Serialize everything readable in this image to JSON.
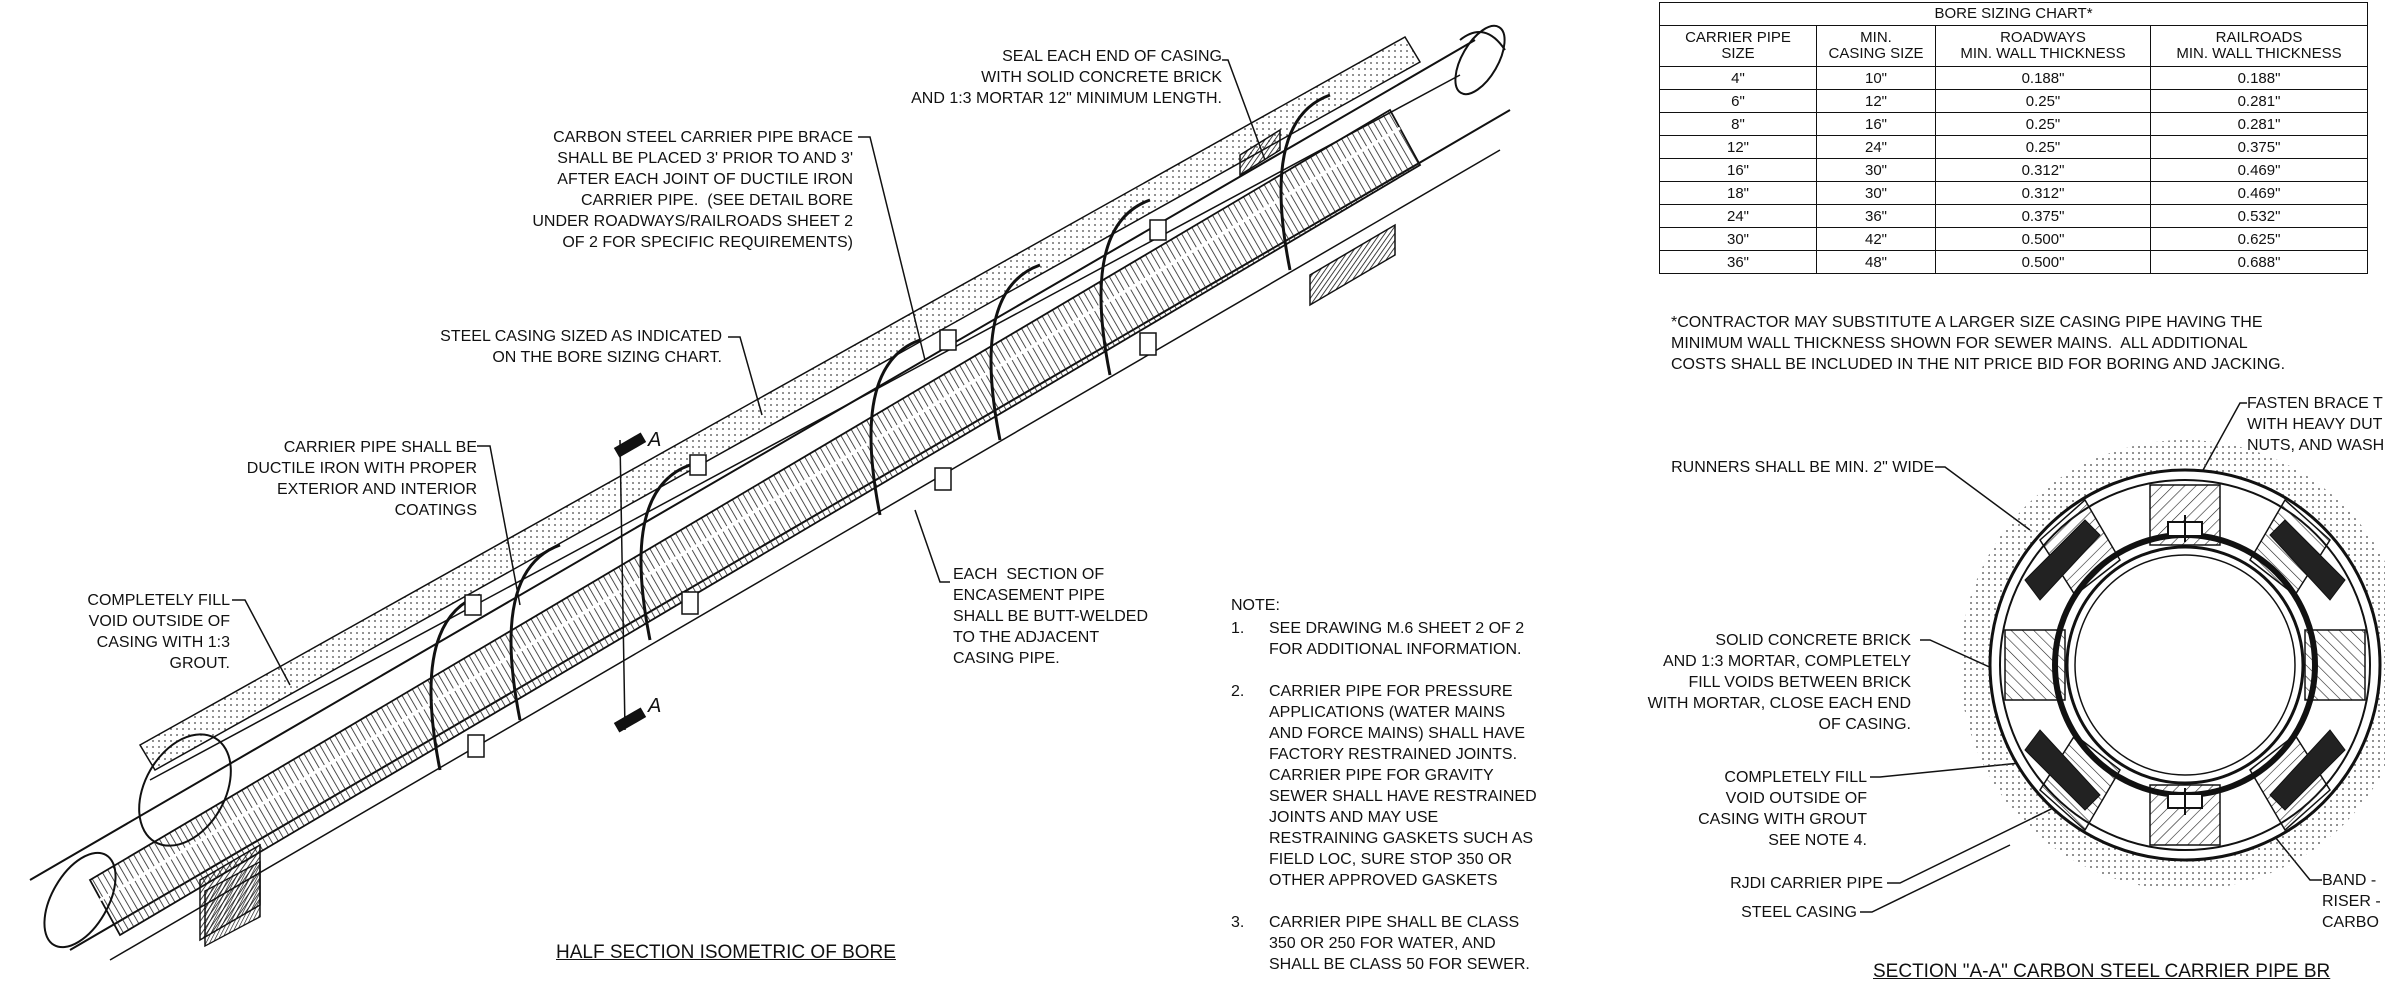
{
  "bore_chart": {
    "title": "BORE SIZING CHART*",
    "headers": {
      "carrier": "CARRIER PIPE\nSIZE",
      "casing": "MIN.\nCASING SIZE",
      "roadways": "ROADWAYS\nMIN. WALL THICKNESS",
      "railroads": "RAILROADS\nMIN. WALL THICKNESS"
    },
    "rows": [
      {
        "carrier": "4\"",
        "casing": "10\"",
        "road": "0.188\"",
        "rail": "0.188\""
      },
      {
        "carrier": "6\"",
        "casing": "12\"",
        "road": "0.25\"",
        "rail": "0.281\""
      },
      {
        "carrier": "8\"",
        "casing": "16\"",
        "road": "0.25\"",
        "rail": "0.281\""
      },
      {
        "carrier": "12\"",
        "casing": "24\"",
        "road": "0.25\"",
        "rail": "0.375\""
      },
      {
        "carrier": "16\"",
        "casing": "30\"",
        "road": "0.312\"",
        "rail": "0.469\""
      },
      {
        "carrier": "18\"",
        "casing": "30\"",
        "road": "0.312\"",
        "rail": "0.469\""
      },
      {
        "carrier": "24\"",
        "casing": "36\"",
        "road": "0.375\"",
        "rail": "0.532\""
      },
      {
        "carrier": "30\"",
        "casing": "42\"",
        "road": "0.500\"",
        "rail": "0.625\""
      },
      {
        "carrier": "36\"",
        "casing": "48\"",
        "road": "0.500\"",
        "rail": "0.688\""
      }
    ],
    "footnote": "*CONTRACTOR MAY SUBSTITUTE A LARGER SIZE CASING PIPE HAVING THE\nMINIMUM WALL THICKNESS SHOWN FOR SEWER MAINS.  ALL ADDITIONAL\nCOSTS SHALL BE INCLUDED IN THE NIT PRICE BID FOR BORING AND JACKING."
  },
  "callouts": {
    "seal": "SEAL EACH END OF CASING\nWITH SOLID CONCRETE BRICK\nAND 1:3 MORTAR 12\" MINIMUM LENGTH.",
    "brace": "CARBON STEEL CARRIER PIPE BRACE\nSHALL BE PLACED 3' PRIOR TO AND 3'\nAFTER EACH JOINT OF DUCTILE IRON\nCARRIER PIPE.  (SEE DETAIL BORE\nUNDER ROADWAYS/RAILROADS SHEET 2\nOF 2 FOR SPECIFIC REQUIREMENTS)",
    "steel_casing": "STEEL CASING SIZED AS INDICATED\nON THE BORE SIZING CHART.",
    "carrier_pipe": "CARRIER PIPE SHALL BE\nDUCTILE IRON WITH PROPER\nEXTERIOR AND INTERIOR\nCOATINGS",
    "fill_void": "COMPLETELY FILL\nVOID OUTSIDE OF\nCASING WITH 1:3\nGROUT.",
    "each_section": "EACH  SECTION OF\nENCASEMENT PIPE\nSHALL BE BUTT-WELDED\nTO THE ADJACENT\nCASING PIPE.",
    "section_mark": "A",
    "runners": "RUNNERS SHALL BE MIN. 2\" WIDE",
    "fasten": "FASTEN BRACE T\nWITH HEAVY DUT\nNUTS, AND WASH",
    "solid_brick": "SOLID CONCRETE BRICK\nAND 1:3 MORTAR, COMPLETELY\nFILL VOIDS BETWEEN BRICK\nWITH MORTAR, CLOSE EACH END\nOF CASING.",
    "fill_grout": "COMPLETELY FILL\nVOID OUTSIDE OF\nCASING WITH GROUT\nSEE NOTE 4.",
    "rjdi": "RJDI CARRIER PIPE",
    "steel_casing_sec": "STEEL CASING",
    "band": "BAND -\nRISER -\nCARBO"
  },
  "notes": {
    "heading": "NOTE:",
    "items": [
      {
        "num": "1.",
        "text": "SEE DRAWING M.6 SHEET 2 OF 2\nFOR ADDITIONAL INFORMATION."
      },
      {
        "num": "2.",
        "text": "CARRIER PIPE FOR PRESSURE\nAPPLICATIONS (WATER MAINS\nAND FORCE MAINS) SHALL HAVE\nFACTORY RESTRAINED JOINTS.\nCARRIER PIPE FOR GRAVITY\nSEWER SHALL HAVE RESTRAINED\nJOINTS AND MAY USE\nRESTRAINING GASKETS SUCH AS\nFIELD LOC, SURE STOP 350 OR\nOTHER APPROVED GASKETS"
      },
      {
        "num": "3.",
        "text": "CARRIER PIPE SHALL BE CLASS\n350 OR 250 FOR WATER, AND\nSHALL BE CLASS 50 FOR SEWER."
      }
    ]
  },
  "titles": {
    "isometric": "HALF SECTION ISOMETRIC OF BORE",
    "section": "SECTION \"A-A\" CARBON STEEL CARRIER PIPE BR"
  }
}
